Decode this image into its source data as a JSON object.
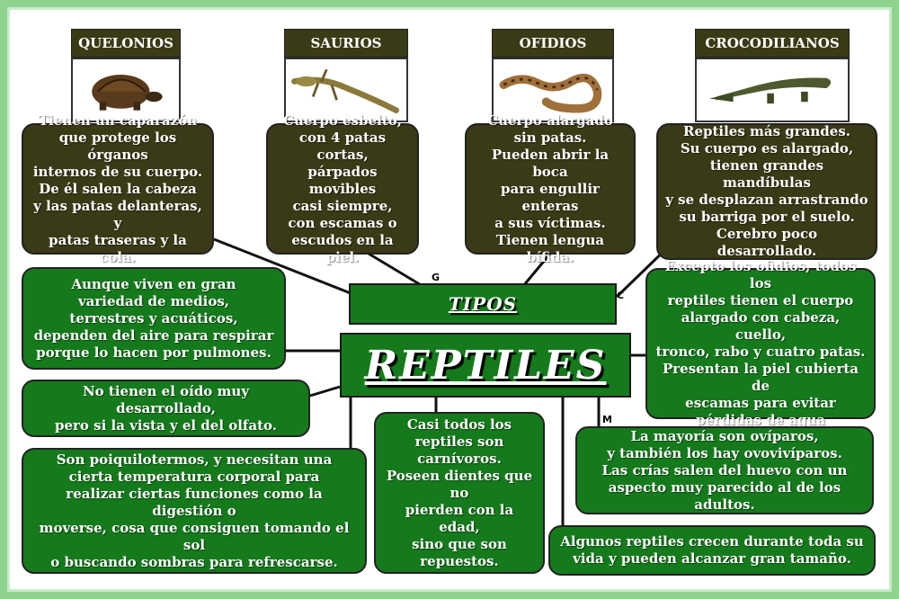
{
  "center": {
    "tipos": "TIPOS",
    "reptiles": "REPTILES"
  },
  "types": [
    {
      "name": "QUELONIOS",
      "animal_icon": "turtle-icon",
      "description": "Tienen un caparazón\nque protege los órganos\ninternos de su cuerpo.\nDe él salen la cabeza\ny las patas delanteras, y\npatas traseras y la cola."
    },
    {
      "name": "SAURIOS",
      "animal_icon": "lizard-icon",
      "description": "Cuerpo esbelto,\ncon 4 patas cortas,\npárpados movibles\ncasi siempre,\ncon escamas o\nescudos en la piel."
    },
    {
      "name": "OFIDIOS",
      "animal_icon": "snake-icon",
      "description": "Cuerpo alargado\nsin patas.\nPueden abrir la boca\npara engullir enteras\na sus víctimas.\nTienen lengua bífida."
    },
    {
      "name": "CROCODILIANOS",
      "animal_icon": "crocodile-icon",
      "description": "Reptiles más grandes.\nSu cuerpo es alargado,\ntienen grandes mandíbulas\ny se desplazan arrastrando\nsu barriga por el suelo.\nCerebro poco desarrollado."
    }
  ],
  "facts": {
    "air": "Aunque viven en gran\nvariedad de medios,\nterrestres y acuáticos,\ndependen del aire para respirar\nporque lo hacen por pulmones.",
    "senses": "No tienen el oído muy desarrollado,\npero si la vista y el del olfato.",
    "temperature": "Son poiquilotermos, y necesitan una\ncierta temperatura corporal para\nrealizar ciertas funciones como la digestión o\nmoverse, cosa que consiguen tomando el sol\no buscando sombras para refrescarse.",
    "diet": "Casi todos los\nreptiles son\ncarnívoros.\nPoseen dientes que\nno\npierden con la edad,\nsino que son\nrepuestos.",
    "body": "Excepto los ofidios, todos los\nreptiles tienen el cuerpo\nalargado con cabeza, cuello,\ntronco, rabo y cuatro patas.\nPresentan la piel cubierta de\nescamas para evitar\npérdidas de agua",
    "reproduction": "La mayoría son ovíparos,\ny también los hay ovovivíparos.\nLas crías salen del huevo con un\naspecto muy parecido al de los adultos.",
    "growth": "Algunos reptiles crecen durante toda su\nvida y pueden alcanzar gran tamaño."
  },
  "markers": {
    "g": "G",
    "c": "C",
    "m": "M"
  },
  "colors": {
    "dark_box": "#3b3a16",
    "green_box": "#157a1c",
    "frame": "#8fd38f"
  }
}
